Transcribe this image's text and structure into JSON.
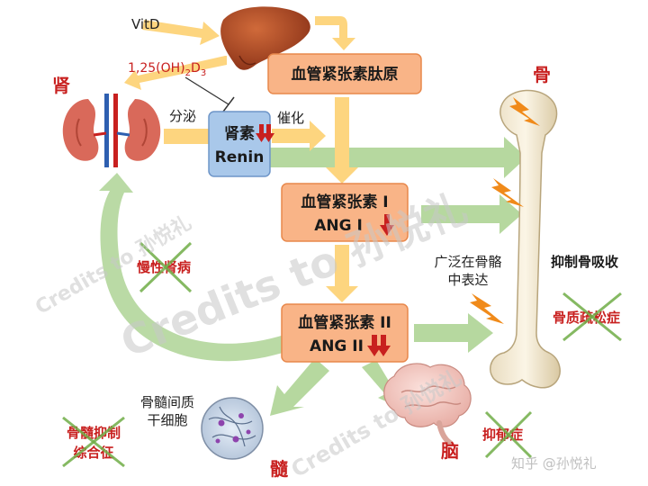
{
  "nodes": {
    "vitd": "VitD",
    "calcitriol": {
      "base": "1,25(OH)",
      "sub1": "2",
      "mid": "D",
      "sub2": "3"
    },
    "kidney": "肾",
    "secrete": "分泌",
    "renin_line1": "肾素",
    "renin_line2": "Renin",
    "catalyze": "催化",
    "angiotensinogen": "血管紧张素肽原",
    "ang1_line1": "血管紧张素 I",
    "ang1_line2": "ANG I",
    "ang2_line1": "血管紧张素 II",
    "ang2_line2": "ANG II",
    "bone": "骨",
    "widely_line1": "广泛在骨骼",
    "widely_line2": "中表达",
    "inhibit_resorption": "抑制骨吸收",
    "osteoporosis": "骨质疏松症",
    "ckd": "慢性肾病",
    "bmsc_line1": "骨髓间质",
    "bmsc_line2": "干细胞",
    "marrow": "髓",
    "mds_line1": "骨髓抑制",
    "mds_line2": "综合征",
    "brain": "脑",
    "depression": "抑郁症"
  },
  "watermarks": {
    "main": "Credits to 孙悦礼",
    "footer": "知乎 @孙悦礼"
  },
  "colors": {
    "box_fill": "#f9b487",
    "box_stroke": "#e8884c",
    "renin_fill": "#a9c8ea",
    "renin_stroke": "#6e95c8",
    "yellow_arrow": "#fdd57f",
    "green_arrow": "#a9d18e",
    "red_accent": "#c8201f",
    "cross_green": "#70ad47"
  }
}
